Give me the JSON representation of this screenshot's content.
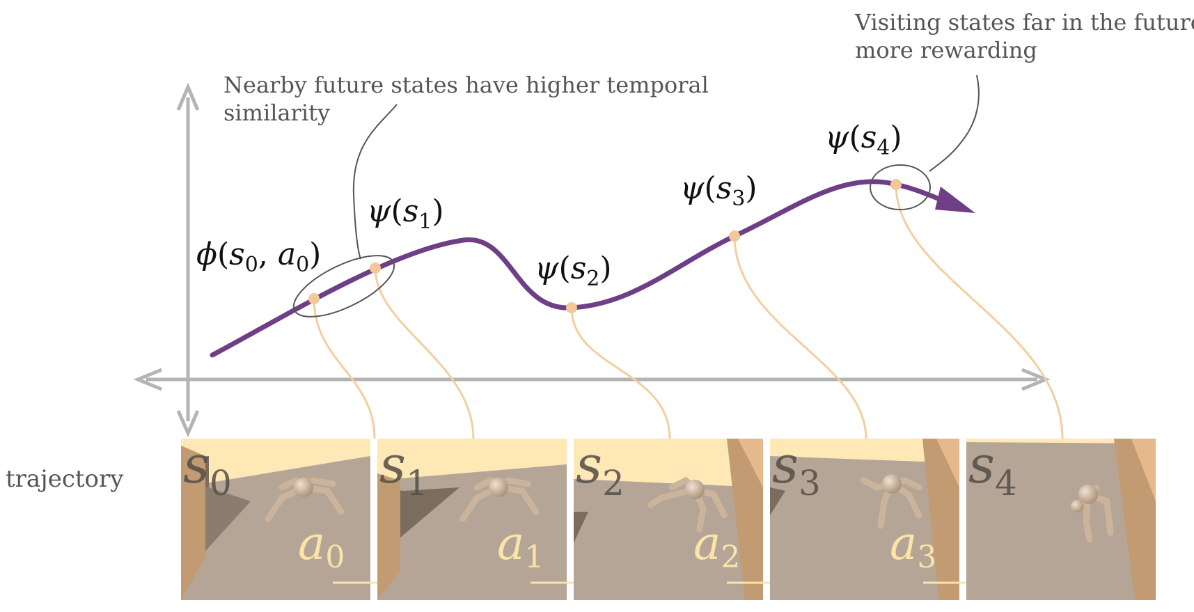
{
  "annotations": {
    "nearby_line1": "Nearby future states have higher temporal",
    "nearby_line2": "similarity",
    "far_line1": "Visiting states far in the future is",
    "far_line2": "more rewarding"
  },
  "side_label": "trajectory",
  "curve_labels": {
    "phi": {
      "func": "ϕ",
      "open": "(",
      "var1": "s",
      "sub1": "0",
      "comma": ", ",
      "var2": "a",
      "sub2": "0",
      "close": ")"
    },
    "psi": [
      {
        "func": "ψ",
        "open": "(",
        "var": "s",
        "sub": "1",
        "close": ")"
      },
      {
        "func": "ψ",
        "open": "(",
        "var": "s",
        "sub": "2",
        "close": ")"
      },
      {
        "func": "ψ",
        "open": "(",
        "var": "s",
        "sub": "3",
        "close": ")"
      },
      {
        "func": "ψ",
        "open": "(",
        "var": "s",
        "sub": "4",
        "close": ")"
      }
    ]
  },
  "frames": [
    {
      "state": "s",
      "state_sub": "0",
      "action": "a",
      "action_sub": "0"
    },
    {
      "state": "s",
      "state_sub": "1",
      "action": "a",
      "action_sub": "1"
    },
    {
      "state": "s",
      "state_sub": "2",
      "action": "a",
      "action_sub": "2"
    },
    {
      "state": "s",
      "state_sub": "3",
      "action": "a",
      "action_sub": "3"
    },
    {
      "state": "s",
      "state_sub": "4"
    }
  ],
  "colors": {
    "curve": "#6e3f86",
    "point": "#f2c896",
    "connector": "#f2cf9f",
    "axis": "#b4b4b4",
    "floor": "#b5a597",
    "sky": "#fde8b6",
    "wall": "#c39b72",
    "action_text": "#fbe4a8"
  }
}
